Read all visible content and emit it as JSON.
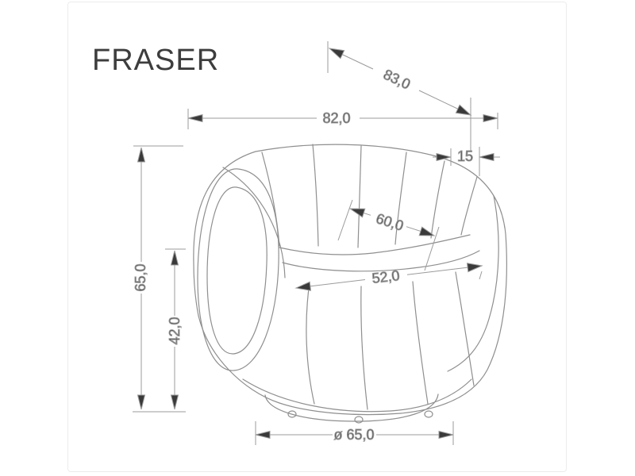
{
  "title": "FRASER",
  "colors": {
    "background": "#ffffff",
    "card_border": "#ececec",
    "dim_line": "#9b9b9b",
    "chair_line": "#8f8f8f",
    "arrow": "#3a3a3a",
    "text": "#3d3d3d"
  },
  "dimensions": {
    "diagonal_back_height": "83,0",
    "total_depth": "82,0",
    "back_cushion_thickness": "15",
    "seat_depth_diagonal": "60,0",
    "seat_width_diagonal": "52,0",
    "total_height": "65,0",
    "arm_seat_height": "42,0",
    "base_diameter": "ø 65,0"
  }
}
